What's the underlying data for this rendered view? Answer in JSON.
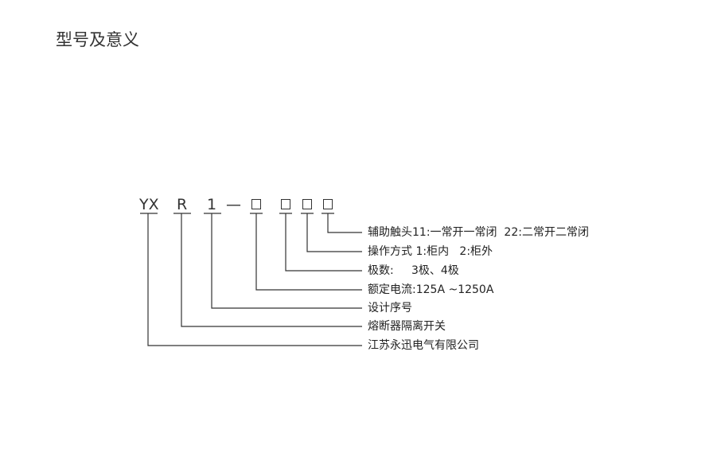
{
  "title": "型号及意义",
  "code": {
    "p1": "YX",
    "p2": "R",
    "p3": "1",
    "dash": "—"
  },
  "labels": [
    "辅助触头11:一常开一常闭  22:二常开二常闭",
    "操作方式 1:柜内   2:柜外",
    "极数:     3极、4极",
    "额定电流:125A ~1250A",
    "设计序号",
    "熔断器隔离开关",
    "江苏永迅电气有限公司"
  ]
}
